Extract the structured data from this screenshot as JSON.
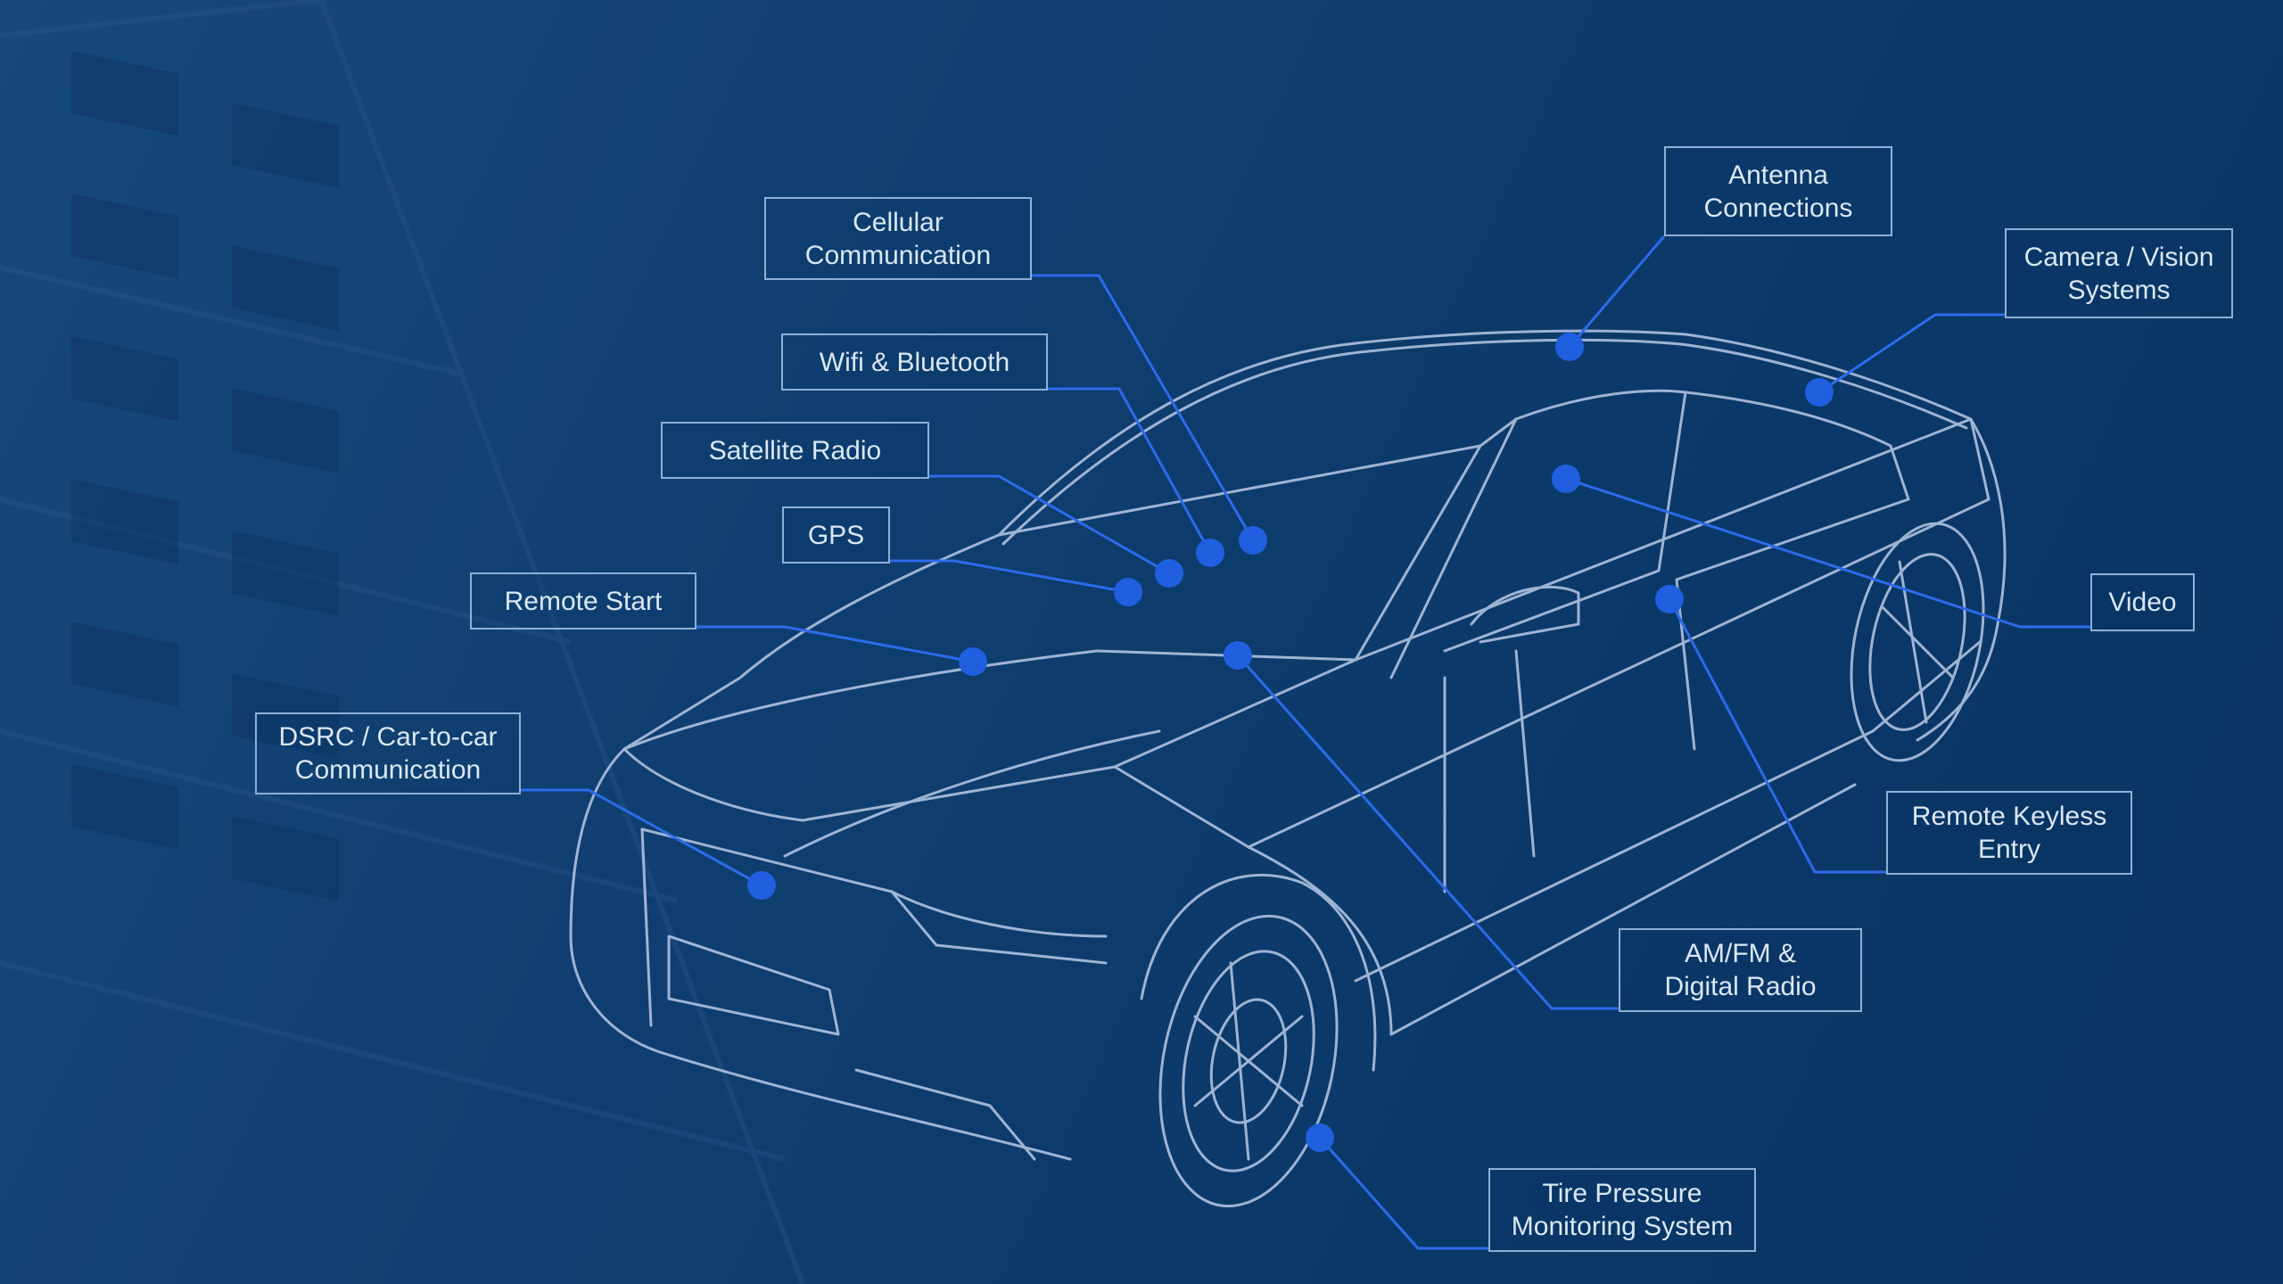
{
  "diagram": {
    "callouts": {
      "cellular": "Cellular\nCommunication",
      "wifi": "Wifi & Bluetooth",
      "satellite": "Satellite Radio",
      "gps": "GPS",
      "remote_start": "Remote Start",
      "dsrc": "DSRC / Car-to-car\nCommunication",
      "antenna": "Antenna\nConnections",
      "camera": "Camera / Vision\nSystems",
      "video": "Video",
      "keyless": "Remote Keyless\nEntry",
      "amfm": "AM/FM &\nDigital Radio",
      "tire": "Tire Pressure\nMonitoring System"
    },
    "colors": {
      "background": "#0d3d6e",
      "leader_line": "#2d6bea",
      "dot": "#1f5fe0",
      "sketch": "#b9c9e6",
      "label_border": "#8fb0d6",
      "label_text": "#dbe7f4"
    }
  }
}
